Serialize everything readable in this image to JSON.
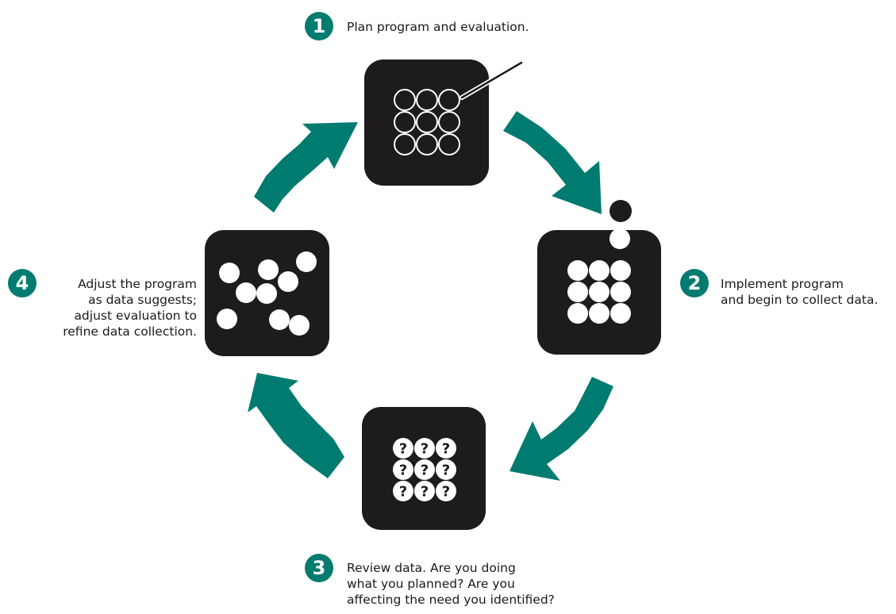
{
  "colors": {
    "accent": "#007b6f",
    "tile": "#1e1b1c",
    "mark": "#ffffff"
  },
  "steps": [
    {
      "number": "1",
      "icon": "circle-grid-outline-pen-icon",
      "lines": [
        "Plan program and evaluation."
      ]
    },
    {
      "number": "2",
      "icon": "filled-circle-grid-icon",
      "lines": [
        "Implement program",
        "and begin to collect data."
      ]
    },
    {
      "number": "3",
      "icon": "question-mark-grid-icon",
      "lines": [
        "Review data. Are you doing",
        "what you planned? Are you",
        "affecting the need you identified?"
      ]
    },
    {
      "number": "4",
      "icon": "scattered-circles-icon",
      "lines": [
        "Adjust the program",
        "as data suggests;",
        "adjust evaluation to",
        "refine data collection."
      ]
    }
  ]
}
